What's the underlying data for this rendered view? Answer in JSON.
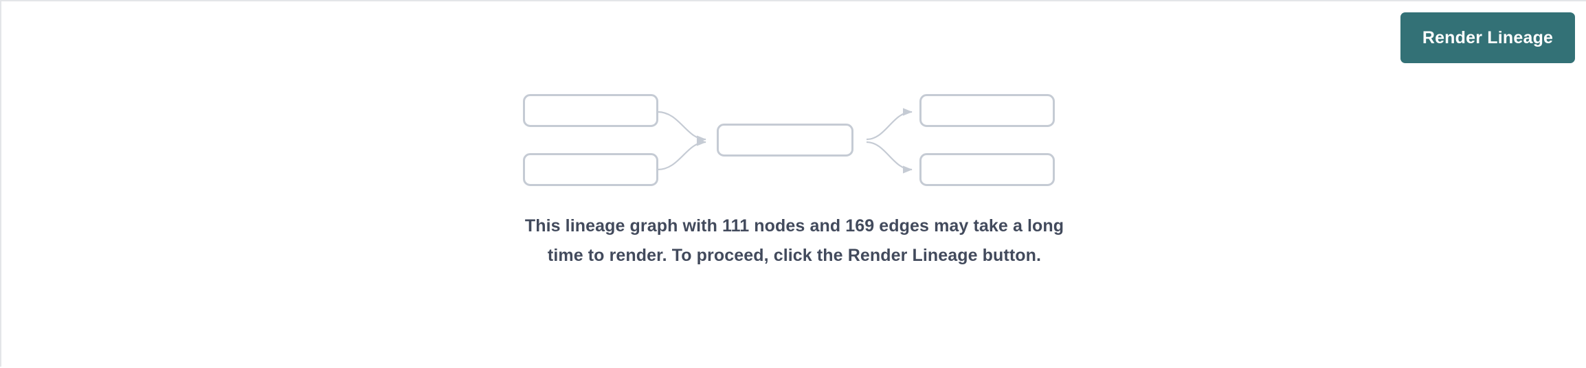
{
  "toolbar": {
    "render_button_label": "Render Lineage"
  },
  "empty_state": {
    "message": "This lineage graph with 111 nodes and 169 edges may take a long time to render. To proceed, click the Render Lineage button.",
    "node_count": 111,
    "edge_count": 169,
    "illustration": {
      "node_count_shown": 5,
      "edge_count_shown": 4,
      "nodes": [
        {
          "id": "source-1",
          "column": "left",
          "row": "top"
        },
        {
          "id": "source-2",
          "column": "left",
          "row": "bottom"
        },
        {
          "id": "center-1",
          "column": "center",
          "row": "middle"
        },
        {
          "id": "target-1",
          "column": "right",
          "row": "top"
        },
        {
          "id": "target-2",
          "column": "right",
          "row": "bottom"
        }
      ],
      "edges": [
        {
          "from": "source-1",
          "to": "center-1"
        },
        {
          "from": "source-2",
          "to": "center-1"
        },
        {
          "from": "center-1",
          "to": "target-1"
        },
        {
          "from": "center-1",
          "to": "target-2"
        }
      ]
    }
  },
  "colors": {
    "button_background": "#337176",
    "button_text": "#ffffff",
    "message_text": "#424a5c",
    "graphic_stroke": "#c5cbd4",
    "page_background": "#ffffff",
    "border": "#e3e5e8"
  }
}
